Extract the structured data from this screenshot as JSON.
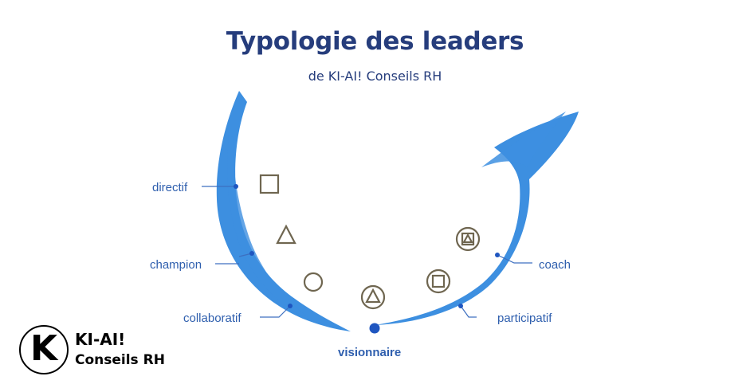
{
  "header": {
    "title": "Typologie des leaders",
    "subtitle": "de KI-AI! Conseils RH"
  },
  "diagram": {
    "labels": {
      "directif": "directif",
      "champion": "champion",
      "collaboratif": "collaboratif",
      "visionnaire": "visionnaire",
      "participatif": "participatif",
      "coach": "coach"
    },
    "symbols": [
      "square",
      "triangle",
      "circle",
      "circled-triangle",
      "circled-square",
      "circled-square-triangle"
    ],
    "colors": {
      "brush": "#3d8fe0",
      "label": "#2f5fae",
      "symbol": "#6f6650",
      "title": "#263d7c"
    }
  },
  "logo": {
    "mark": "K",
    "line1": "KI-AI!",
    "line2": "Conseils RH"
  }
}
